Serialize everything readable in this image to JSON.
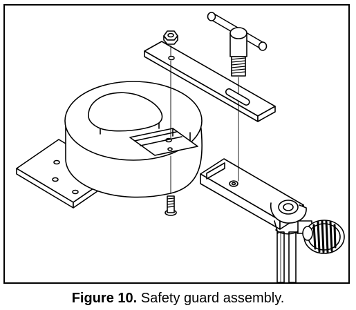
{
  "caption": {
    "label": "Figure 10.",
    "text": " Safety guard assembly."
  },
  "parts": [
    "hex-nut",
    "t-handle-bolt",
    "top-bracket",
    "guard-ring",
    "base-mounting-plate",
    "flat-head-screw",
    "slotted-arm",
    "knurled-knob",
    "support-post"
  ]
}
